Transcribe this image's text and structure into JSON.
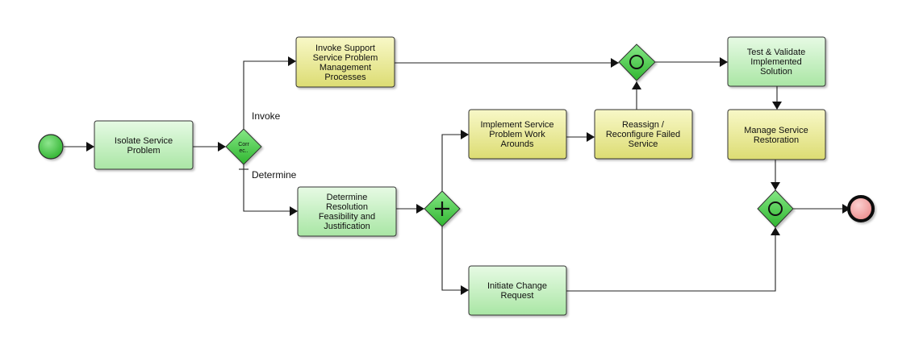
{
  "colors": {
    "green_task": "#c3f2bf",
    "yellow_task": "#eeee9a",
    "gateway": "#52d152",
    "start_event": "#4ccf4c",
    "end_event": "#f4a4a4",
    "stroke": "#333333"
  },
  "events": {
    "start": {
      "kind": "start"
    },
    "end": {
      "kind": "end"
    }
  },
  "tasks": {
    "isolate": {
      "lines": [
        "Isolate Service",
        "Problem"
      ]
    },
    "invoke": {
      "lines": [
        "Invoke Support",
        "Service Problem",
        "Management",
        "Processes"
      ]
    },
    "determine": {
      "lines": [
        "Determine",
        "Resolution",
        "Feasibility and",
        "Justification"
      ]
    },
    "implement": {
      "lines": [
        "Implement Service",
        "Problem Work",
        "Arounds"
      ]
    },
    "reassign": {
      "lines": [
        "Reassign /",
        "Reconfigure Failed",
        "Service"
      ]
    },
    "test": {
      "lines": [
        "Test & Validate",
        "Implemented",
        "Solution"
      ]
    },
    "manage": {
      "lines": [
        "Manage Service",
        "Restoration"
      ]
    },
    "initiate": {
      "lines": [
        "Initiate Change",
        "Request"
      ]
    }
  },
  "gateways": {
    "decision": {
      "kind": "exclusive",
      "lines": [
        "Corr",
        "ec.."
      ]
    },
    "parallel": {
      "kind": "parallel",
      "symbol": "plus-icon"
    },
    "merge_top": {
      "kind": "inclusive",
      "symbol": "circle-icon"
    },
    "merge_bottom": {
      "kind": "inclusive",
      "symbol": "circle-icon"
    }
  },
  "edge_labels": {
    "invoke": "Invoke",
    "determine": "Determine"
  }
}
